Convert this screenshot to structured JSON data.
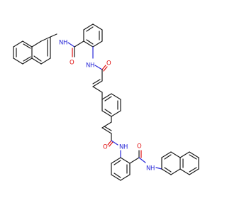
{
  "molecule": {
    "atoms": [
      {
        "id": "nh1",
        "n": "N",
        "h": "H"
      },
      {
        "id": "o1",
        "o": "O"
      },
      {
        "id": "nh2",
        "n": "N",
        "h": "H"
      },
      {
        "id": "o2",
        "o": "O"
      },
      {
        "id": "o3",
        "o": "O"
      },
      {
        "id": "nh3",
        "n": "N",
        "h": "H"
      },
      {
        "id": "o4",
        "o": "O"
      },
      {
        "id": "nh4",
        "n": "N",
        "h": "H"
      }
    ]
  },
  "colors": {
    "carbon": "#1a1a1a",
    "oxygen": "#e01010",
    "nitrogen": "#2a2ad8"
  }
}
